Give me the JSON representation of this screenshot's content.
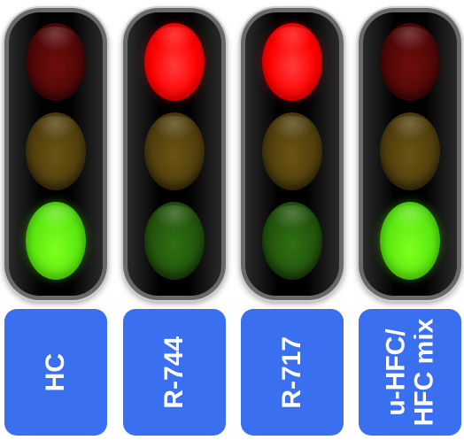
{
  "lights": [
    {
      "label_lines": [
        "HC"
      ],
      "red": "off",
      "yellow": "off",
      "green": "on"
    },
    {
      "label_lines": [
        "R-744"
      ],
      "red": "on",
      "yellow": "off",
      "green": "off"
    },
    {
      "label_lines": [
        "R-717"
      ],
      "red": "on",
      "yellow": "off",
      "green": "off"
    },
    {
      "label_lines": [
        "u-HFC/",
        "HFC mix"
      ],
      "red": "off",
      "yellow": "off",
      "green": "on"
    }
  ],
  "colors": {
    "label_background": "#3a6ff0",
    "label_text": "#ffffff",
    "red_on": "#ff0000",
    "green_on": "#5ae80f"
  }
}
